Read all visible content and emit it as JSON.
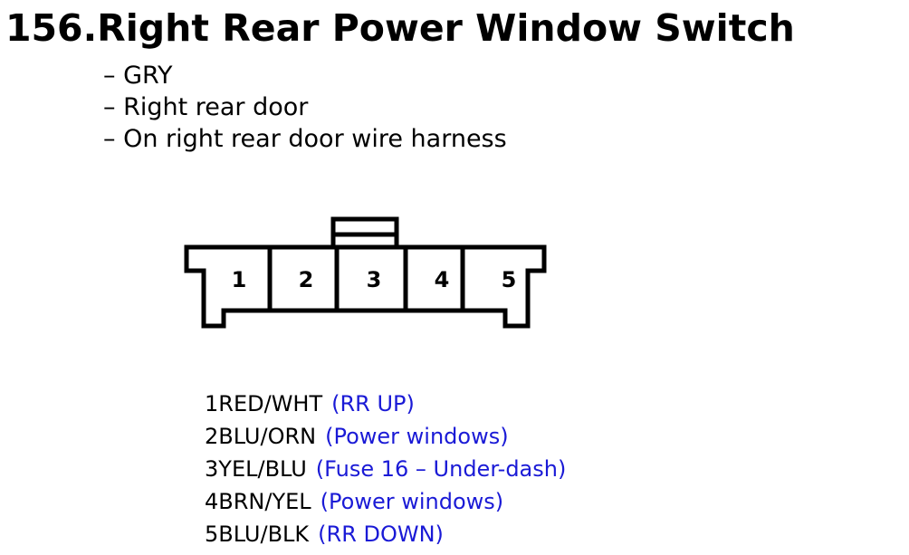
{
  "title": "156.Right Rear Power Window Switch",
  "details": [
    "– GRY",
    "– Right rear door",
    "– On right rear door wire harness"
  ],
  "connector": {
    "cavities": [
      "1",
      "2",
      "3",
      "4",
      "5"
    ]
  },
  "pins": [
    {
      "number": "1",
      "wire": "RED/WHT",
      "note": "(RR UP)"
    },
    {
      "number": "2",
      "wire": "BLU/ORN",
      "note": "(Power windows)"
    },
    {
      "number": "3",
      "wire": "YEL/BLU",
      "note": "(Fuse 16 – Under-dash)"
    },
    {
      "number": "4",
      "wire": "BRN/YEL",
      "note": "(Power windows)"
    },
    {
      "number": "5",
      "wire": "BLU/BLK",
      "note": "(RR DOWN)"
    }
  ],
  "colors": {
    "text": "#000000",
    "note": "#1a1ad6",
    "background": "#ffffff"
  }
}
